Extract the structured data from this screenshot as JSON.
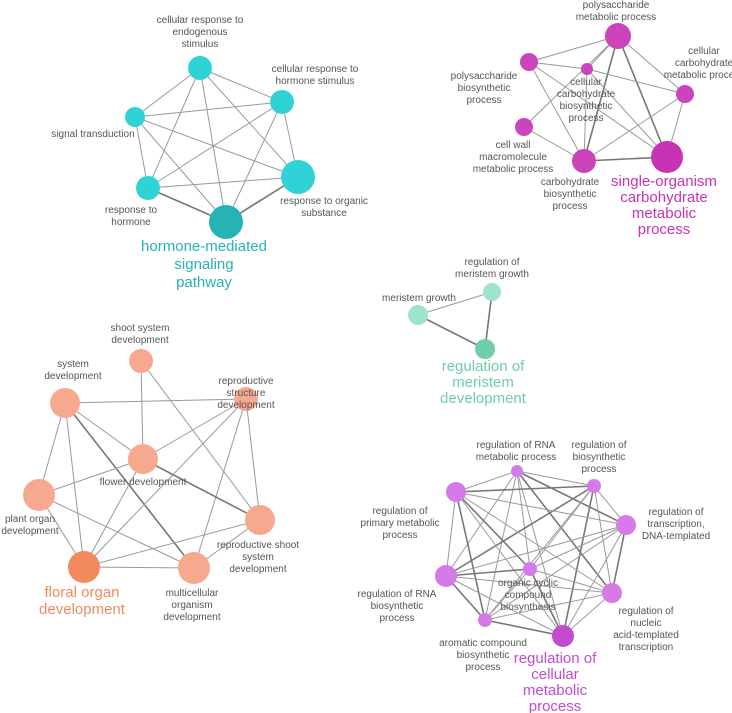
{
  "clusters": [
    {
      "id": "hormone",
      "color": "#2fd3d6",
      "title_color": "#26b3b5",
      "title_lines": [
        "hormone-mediated",
        "signaling",
        "pathway"
      ],
      "nodes": [
        {
          "id": "crs",
          "lines": [
            "cellular response to",
            "endogenous",
            "stimulus"
          ]
        },
        {
          "id": "crhs",
          "lines": [
            "cellular response to",
            "hormone stimulus"
          ]
        },
        {
          "id": "st",
          "lines": [
            "signal transduction"
          ]
        },
        {
          "id": "rto",
          "lines": [
            "response to organic",
            "substance"
          ]
        },
        {
          "id": "rth",
          "lines": [
            "response to",
            "hormone"
          ]
        },
        {
          "id": "hmsp",
          "lines": []
        }
      ]
    },
    {
      "id": "carb",
      "color": "#cc44bb",
      "title_color": "#c832b4",
      "title_lines": [
        "single-organism",
        "carbohydrate",
        "metabolic",
        "process"
      ],
      "nodes": [
        {
          "id": "pmp",
          "lines": [
            "polysaccharide",
            "metabolic process"
          ]
        },
        {
          "id": "pbp",
          "lines": [
            "polysaccharide",
            "biosynthetic",
            "process"
          ]
        },
        {
          "id": "ccbp",
          "lines": [
            "cellular",
            "carbohydrate",
            "biosynthetic",
            "process"
          ]
        },
        {
          "id": "ccmp",
          "lines": [
            "cellular",
            "carbohydrate",
            "metabolic process"
          ]
        },
        {
          "id": "cwm",
          "lines": [
            "cell wall",
            "macromolecule",
            "metabolic process"
          ]
        },
        {
          "id": "cbp",
          "lines": [
            "carbohydrate",
            "biosynthetic",
            "process"
          ]
        },
        {
          "id": "socmp",
          "lines": []
        }
      ]
    },
    {
      "id": "meristem",
      "color": "#9ee3cc",
      "title_color": "#6fcfa9",
      "title_lines": [
        "regulation of",
        "meristem",
        "development"
      ],
      "nodes": [
        {
          "id": "rmg",
          "lines": [
            "regulation of",
            "meristem growth"
          ]
        },
        {
          "id": "mg",
          "lines": [
            "meristem growth"
          ]
        },
        {
          "id": "rmd",
          "lines": []
        }
      ]
    },
    {
      "id": "floral",
      "color": "#f7a98f",
      "title_color": "#f28a5d",
      "title_lines": [
        "floral organ",
        "development"
      ],
      "nodes": [
        {
          "id": "ssd",
          "lines": [
            "shoot system",
            "development"
          ]
        },
        {
          "id": "sd",
          "lines": [
            "system",
            "development"
          ]
        },
        {
          "id": "rsd",
          "lines": [
            "reproductive",
            "structure",
            "development"
          ]
        },
        {
          "id": "fd",
          "lines": [
            "flower development"
          ]
        },
        {
          "id": "pod",
          "lines": [
            "plant organ",
            "development"
          ]
        },
        {
          "id": "rssd",
          "lines": [
            "reproductive shoot",
            "system",
            "development"
          ]
        },
        {
          "id": "mod",
          "lines": [
            "multicellular",
            "organism",
            "development"
          ]
        },
        {
          "id": "fod",
          "lines": []
        }
      ]
    },
    {
      "id": "regulation",
      "color": "#d57ae8",
      "title_color": "#c34bd0",
      "title_lines": [
        "regulation of",
        "cellular",
        "metabolic",
        "process"
      ],
      "nodes": [
        {
          "id": "rrnamp",
          "lines": [
            "regulation of RNA",
            "metabolic process"
          ]
        },
        {
          "id": "rbp",
          "lines": [
            "regulation of",
            "biosynthetic",
            "process"
          ]
        },
        {
          "id": "rpmp",
          "lines": [
            "regulation of",
            "primary metabolic",
            "process"
          ]
        },
        {
          "id": "rtdt",
          "lines": [
            "regulation of",
            "transcription,",
            "DNA-templated"
          ]
        },
        {
          "id": "occbp",
          "lines": [
            "organic cyclic",
            "compound",
            "biosynthesis"
          ]
        },
        {
          "id": "rrnabp",
          "lines": [
            "regulation of RNA",
            "biosynthetic",
            "process"
          ]
        },
        {
          "id": "rnatt",
          "lines": [
            "regulation of",
            "nucleic",
            "acid-templated",
            "transcription"
          ]
        },
        {
          "id": "acbp",
          "lines": [
            "aromatic compound",
            "biosynthetic",
            "process"
          ]
        },
        {
          "id": "rcmp",
          "lines": []
        }
      ]
    }
  ]
}
